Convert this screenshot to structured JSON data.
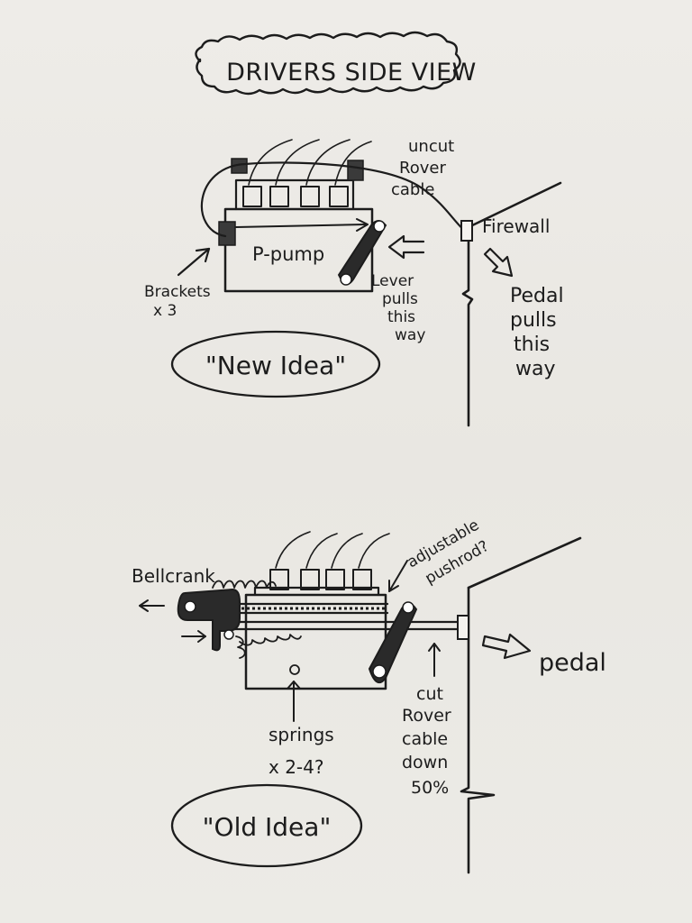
{
  "title": "DRIVERS SIDE VIEW",
  "new_idea": {
    "pump_label": "P-pump",
    "cable_label": [
      "uncut",
      "Rover",
      "cable"
    ],
    "firewall_label": "Firewall",
    "pedal_label": [
      "Pedal",
      "pulls",
      "this",
      "way"
    ],
    "lever_label": [
      "Lever",
      "pulls",
      "this",
      "way"
    ],
    "brackets_label": [
      "Brackets",
      "x 3"
    ],
    "caption": "\"New Idea\""
  },
  "old_idea": {
    "bellcrank_label": "Bellcrank",
    "pushrod_label": [
      "adjustable",
      "pushrod?"
    ],
    "pedal_label": "pedal",
    "springs_label": [
      "springs",
      "x 2-4?"
    ],
    "cable_label": [
      "cut",
      "Rover",
      "cable",
      "down",
      "50%"
    ],
    "caption": "\"Old Idea\""
  },
  "colors": {
    "ink": "#1c1c1c",
    "paper": "#eceae5"
  }
}
